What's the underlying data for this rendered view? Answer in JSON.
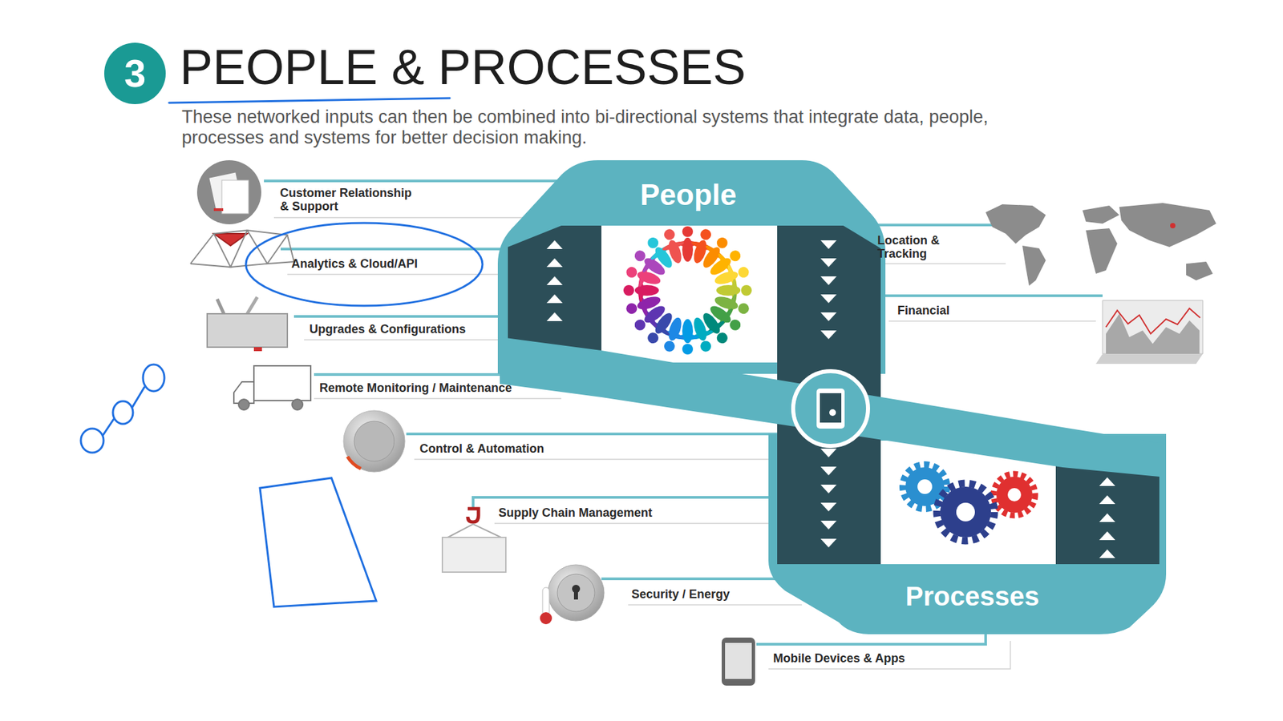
{
  "diagram": {
    "title": "PEOPLE & PROCESSES",
    "caption": "These networked inputs can then be combined into bi-directional systems that integrate data, people, processes and systems for better decision making.",
    "nodes": [
      {
        "text": [
          "People"
        ]
      },
      {
        "text": [
          "Processes"
        ]
      }
    ],
    "labels": [
      "3",
      "Customer Relationship & Support",
      "Analytics & Cloud/API",
      "Upgrades & Configurations",
      "Remote Monitoring / Maintenance",
      "Control & Automation",
      "Supply Chain Management",
      "Security / Energy",
      "Mobile Devices & Apps",
      "Location & Tracking",
      "Financial"
    ]
  }
}
